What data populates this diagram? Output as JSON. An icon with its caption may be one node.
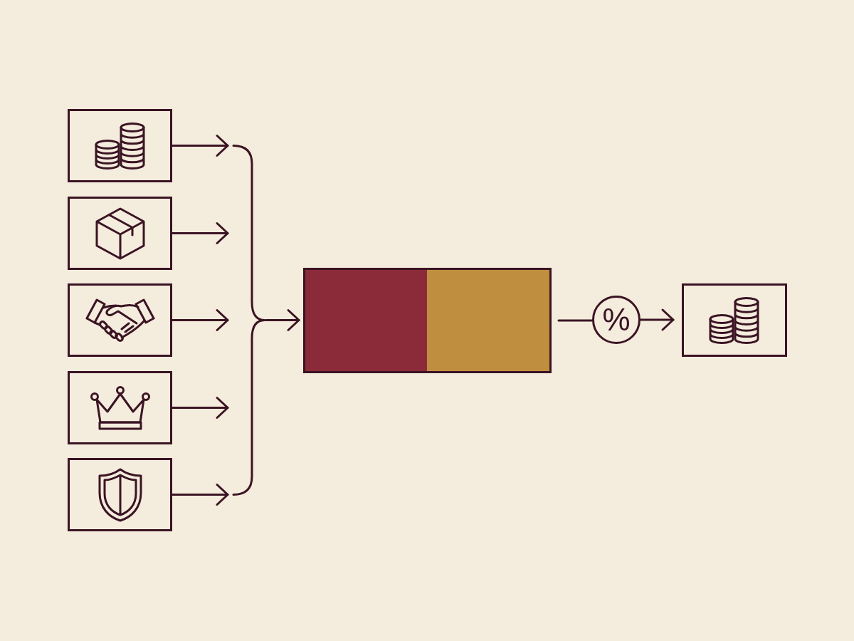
{
  "diagram": {
    "nodes": [
      {
        "text": [],
        "shape": "box"
      },
      {
        "text": [],
        "shape": "box"
      },
      {
        "text": [],
        "shape": "box"
      },
      {
        "text": [],
        "shape": "box"
      },
      {
        "text": [],
        "shape": "box"
      },
      {
        "text": [],
        "shape": "bracket"
      },
      {
        "text": [],
        "shape": "bar"
      },
      {
        "text": [
          "%"
        ]
      },
      {
        "text": [],
        "shape": "box"
      }
    ],
    "edges": [
      {
        "from": 0,
        "to": 5,
        "arrow": "to"
      },
      {
        "from": 1,
        "to": 5,
        "arrow": "to"
      },
      {
        "from": 2,
        "to": 5,
        "arrow": "to"
      },
      {
        "from": 3,
        "to": 5,
        "arrow": "to"
      },
      {
        "from": 4,
        "to": 5,
        "arrow": "to"
      },
      {
        "from": 5,
        "to": 6,
        "arrow": "to"
      },
      {
        "from": 6,
        "to": 7,
        "arrow": "none"
      },
      {
        "from": 7,
        "to": 8,
        "arrow": "to"
      }
    ]
  }
}
